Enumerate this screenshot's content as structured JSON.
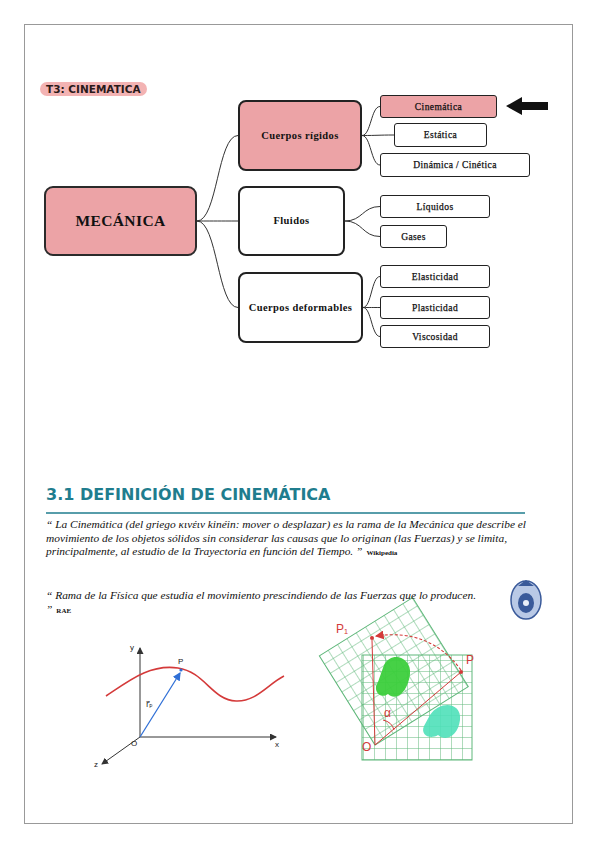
{
  "diagram": {
    "title": "T3: CINEMATICA",
    "nodes": [
      {
        "text": [
          "MECÁNICA"
        ]
      },
      {
        "text": [
          "Cuerpos rígidos"
        ]
      },
      {
        "text": [
          "Cinemática"
        ]
      },
      {
        "text": [
          "Estática"
        ]
      },
      {
        "text": [
          "Dinámica / Cinética"
        ]
      },
      {
        "text": [
          "Fluidos"
        ]
      },
      {
        "text": [
          "Líquidos"
        ]
      },
      {
        "text": [
          "Gases"
        ]
      },
      {
        "text": [
          "Cuerpos deformables"
        ]
      },
      {
        "text": [
          "Elasticidad"
        ]
      },
      {
        "text": [
          "Plasticidad"
        ]
      },
      {
        "text": [
          "Viscosidad"
        ]
      }
    ],
    "edges": [
      {
        "from": 0,
        "to": 1,
        "arrow": "none"
      },
      {
        "from": 0,
        "to": 5,
        "arrow": "none"
      },
      {
        "from": 0,
        "to": 8,
        "arrow": "none"
      },
      {
        "from": 1,
        "to": 2,
        "arrow": "none"
      },
      {
        "from": 1,
        "to": 3,
        "arrow": "none"
      },
      {
        "from": 1,
        "to": 4,
        "arrow": "none"
      },
      {
        "from": 5,
        "to": 6,
        "arrow": "none"
      },
      {
        "from": 5,
        "to": 7,
        "arrow": "none"
      },
      {
        "from": 8,
        "to": 9,
        "arrow": "none"
      },
      {
        "from": 8,
        "to": 10,
        "arrow": "none"
      },
      {
        "from": 8,
        "to": 11,
        "arrow": "none"
      }
    ],
    "labels": [
      "3.1 DEFINICIÓN DE CINEMÁTICA",
      "“ La Cinemática (del griego κινέιν kinéin: mover o desplazar) es la rama de la Mecánica que describe el movimiento de los objetos sólidos sin considerar las causas que lo originan (las Fuerzas) y se limita, principalmente, al estudio de la Trayectoria en función del Tiempo. ”",
      "Wikipedia",
      "“ Rama de la Física que estudia el movimiento prescindiendo de las Fuerzas que lo producen. ”",
      "RAE",
      "y",
      "x",
      "z",
      "O",
      "P",
      "r⃗ₚ",
      "P₁",
      "P",
      "O",
      "α"
    ]
  }
}
